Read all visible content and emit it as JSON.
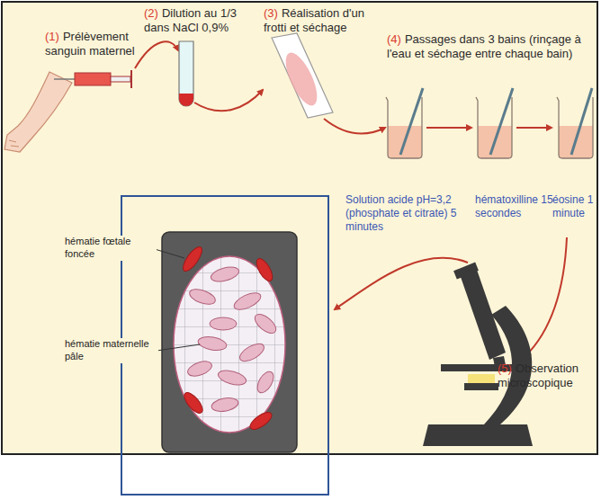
{
  "diagram": {
    "labels": [
      "(1)",
      "Prélèvement sanguin maternel",
      "(2)",
      "Dilution au 1/3 dans NaCl 0,9%",
      "(3)",
      "Réalisation d'un frotti et séchage",
      "(4)",
      "Passages dans 3 bains (rinçage à l'eau et séchage entre chaque bain)",
      "Solution acide pH=3,2 (phosphate et citrate) 5 minutes",
      "hématoxilline 15 secondes",
      "éosine 1 minute",
      "(5)",
      "Observation microscopique",
      "hématie fœtale foncée",
      "hématie maternelle pâle"
    ]
  }
}
